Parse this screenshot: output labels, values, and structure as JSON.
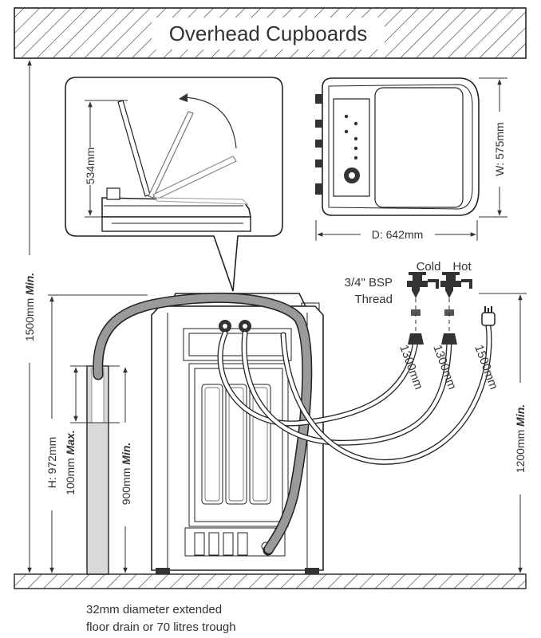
{
  "title": "Overhead Cupboards",
  "labels": {
    "lid_height": "534mm",
    "width": "W: 575mm",
    "depth": "D: 642mm",
    "cold": "Cold",
    "hot": "Hot",
    "bsp_line1": "3/4\" BSP",
    "bsp_line2": "Thread",
    "hose_cold": "1300mm",
    "hose_hot": "1300mm",
    "cord": "1500mm",
    "total_height_value": "1500mm ",
    "total_height_min": "Min.",
    "tap_height_value": "1200mm ",
    "tap_height_min": "Min.",
    "machine_height": "H: 972mm",
    "drain_max_value": "100mm ",
    "drain_max_word": "Max.",
    "drain_min_value": "900mm ",
    "drain_min_word": "Min.",
    "drain_note_line1": "32mm diameter extended",
    "drain_note_line2": "floor drain or 70 litres trough"
  }
}
